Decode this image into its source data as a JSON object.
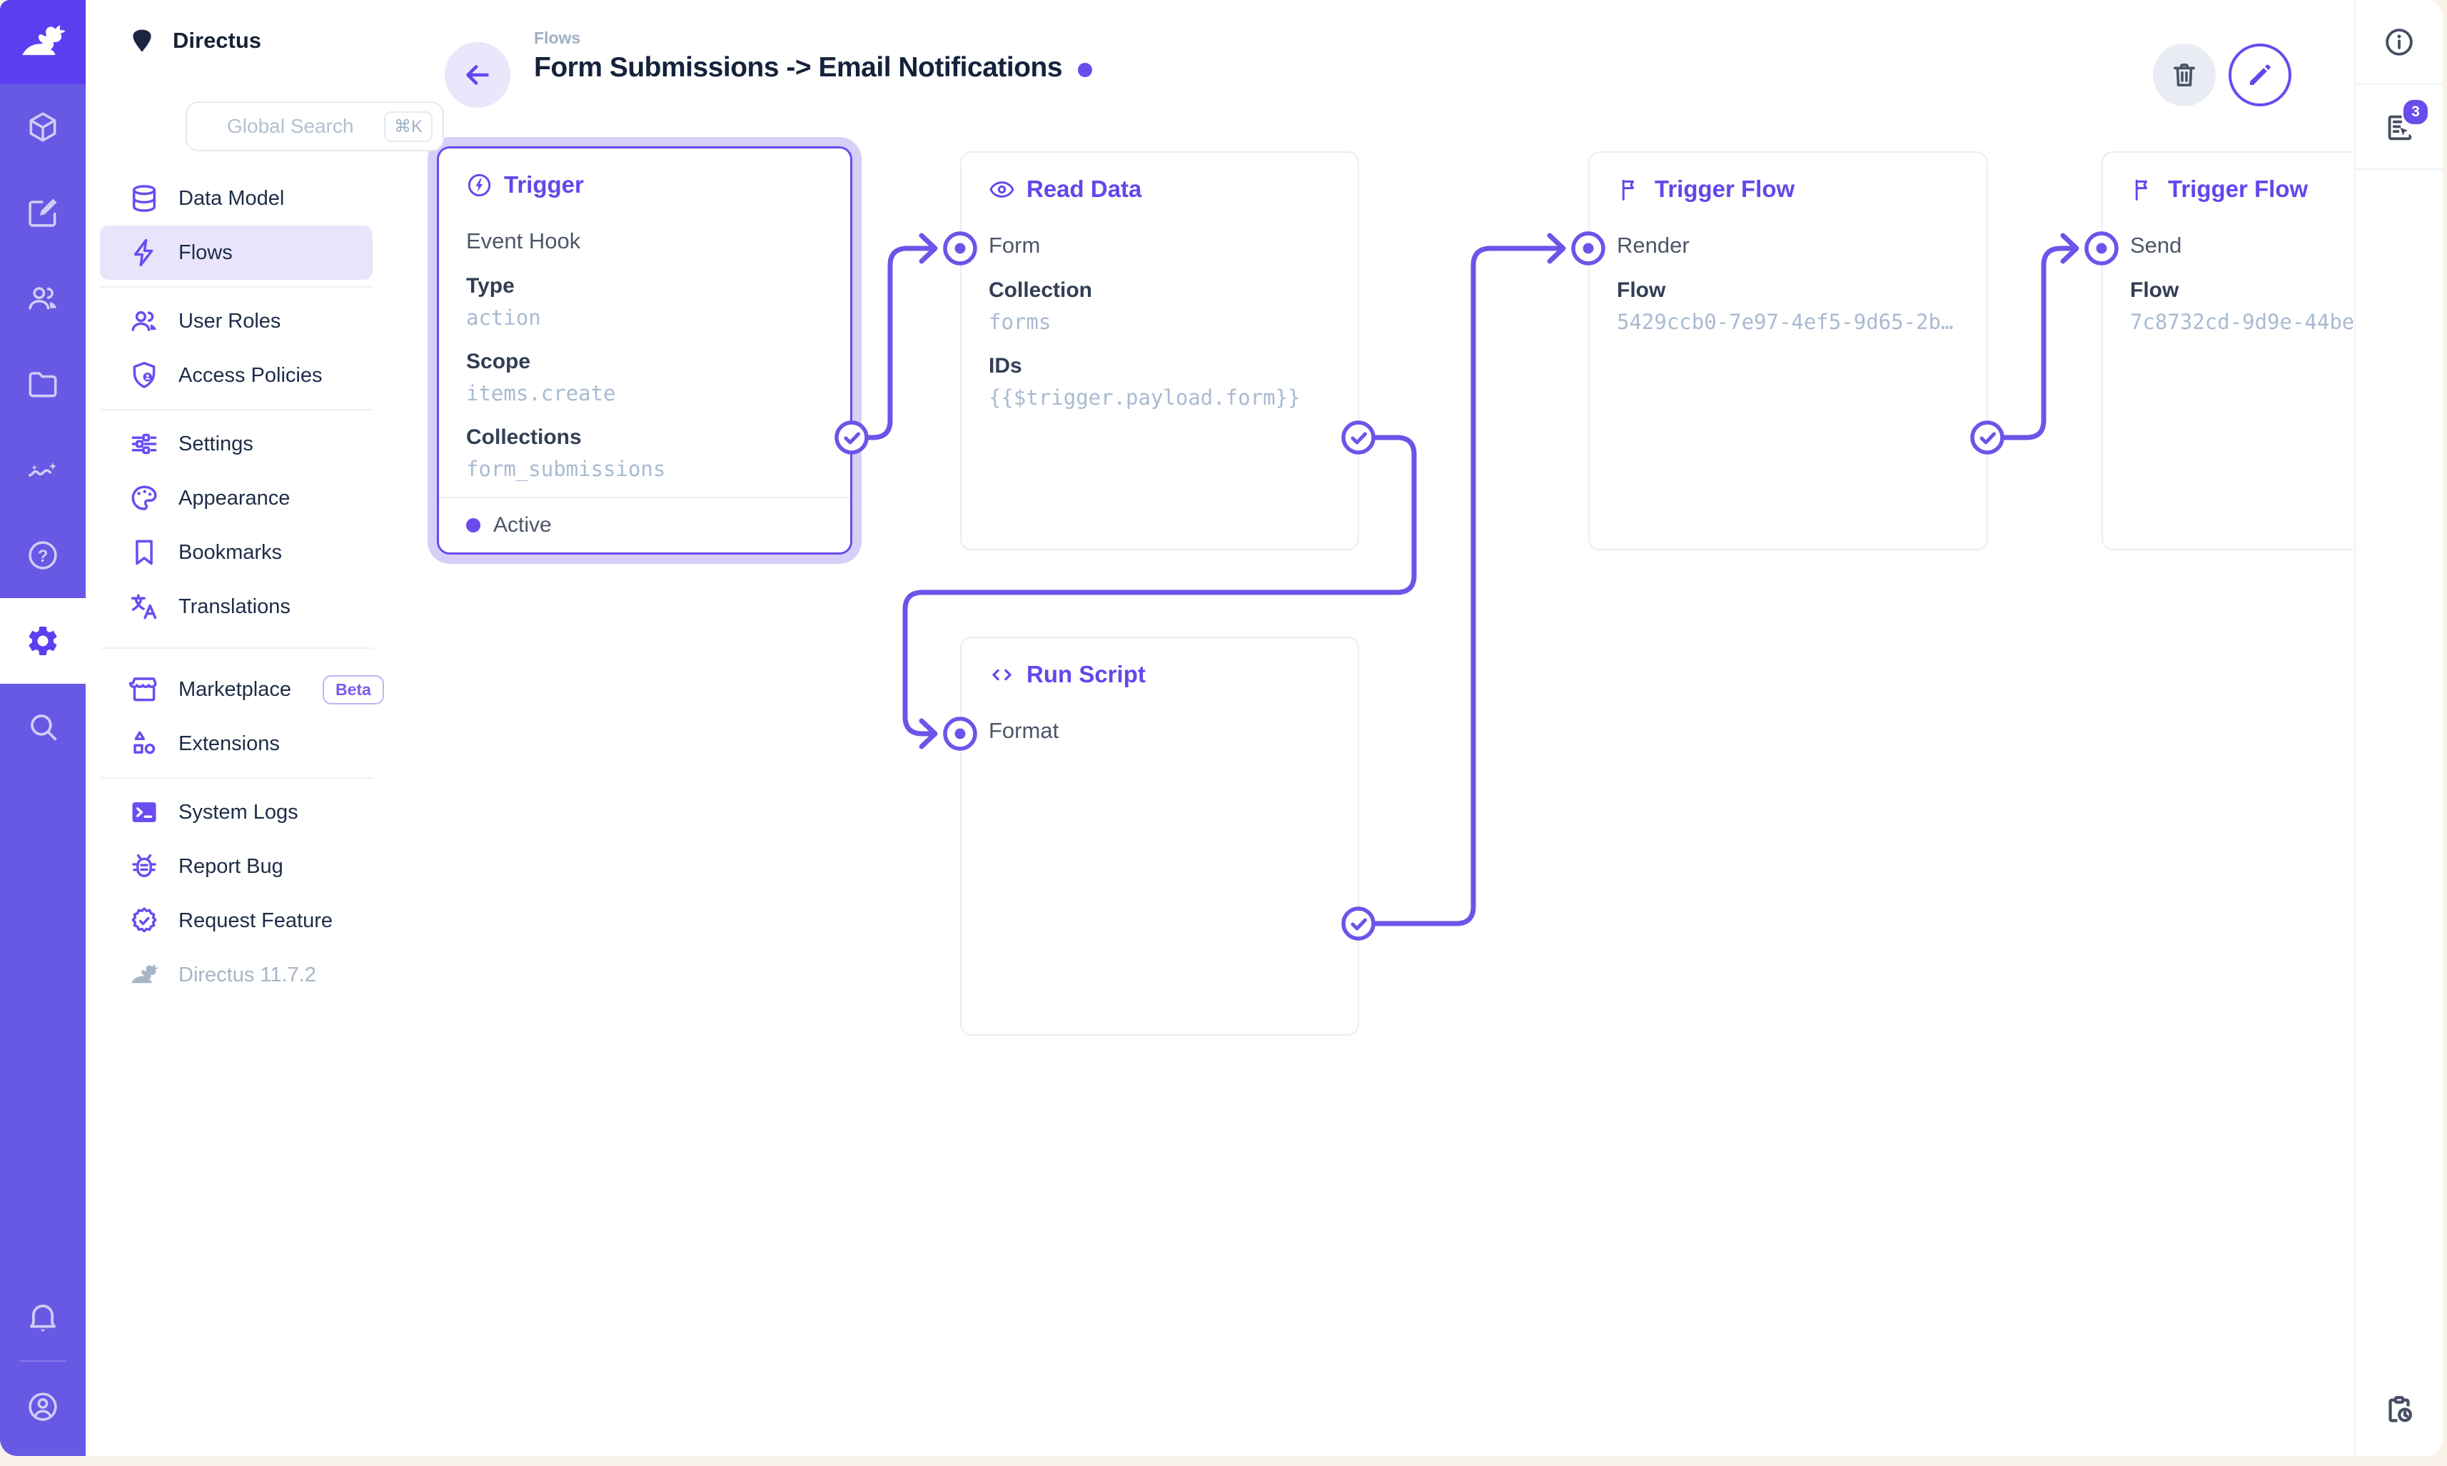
{
  "project": {
    "name": "Directus"
  },
  "search": {
    "placeholder": "Global Search",
    "shortcut": "⌘K"
  },
  "sidebar": {
    "items": [
      {
        "label": "Data Model"
      },
      {
        "label": "Flows"
      },
      {
        "label": "User Roles"
      },
      {
        "label": "Access Policies"
      },
      {
        "label": "Settings"
      },
      {
        "label": "Appearance"
      },
      {
        "label": "Bookmarks"
      },
      {
        "label": "Translations"
      },
      {
        "label": "Marketplace",
        "badge": "Beta"
      },
      {
        "label": "Extensions"
      },
      {
        "label": "System Logs"
      },
      {
        "label": "Report Bug"
      },
      {
        "label": "Request Feature"
      }
    ],
    "version": "Directus 11.7.2"
  },
  "header": {
    "breadcrumb": "Flows",
    "title": "Form Submissions -> Email Notifications"
  },
  "panels": {
    "trigger": {
      "title": "Trigger",
      "subtitle": "Event Hook",
      "type_label": "Type",
      "type_value": "action",
      "scope_label": "Scope",
      "scope_value": "items.create",
      "collections_label": "Collections",
      "collections_value": "form_submissions",
      "status": "Active"
    },
    "read_data": {
      "title": "Read Data",
      "name": "Form",
      "collection_label": "Collection",
      "collection_value": "forms",
      "ids_label": "IDs",
      "ids_value": "{{$trigger.payload.form}}"
    },
    "run_script": {
      "title": "Run Script",
      "name": "Format"
    },
    "trigger_flow_render": {
      "title": "Trigger Flow",
      "name": "Render",
      "flow_label": "Flow",
      "flow_value": "5429ccb0-7e97-4ef5-9d65-2b…"
    },
    "trigger_flow_send": {
      "title": "Trigger Flow",
      "name": "Send",
      "flow_label": "Flow",
      "flow_value": "7c8732cd-9d9e-44be"
    }
  },
  "rail": {
    "notifications_count": "3"
  },
  "icons": {
    "module_bar": [
      "content-cube-icon",
      "compose-icon",
      "users-icon",
      "files-folder-icon",
      "insights-icon",
      "help-icon",
      "settings-gear-icon",
      "search-icon",
      "notifications-bell-icon",
      "account-icon"
    ],
    "rail": [
      "info-icon",
      "flow-logs-icon",
      "pending-revisions-icon"
    ]
  },
  "colors": {
    "accent": "#6446ec",
    "wire": "#6e53e9",
    "module_bar": "#6759e3",
    "logo_bg": "#5b3ef0",
    "selection_halo": "#d7cff8",
    "page_bg": "#f8f2e8",
    "value_text": "#a9bad2",
    "badge": "#6a4cec"
  }
}
